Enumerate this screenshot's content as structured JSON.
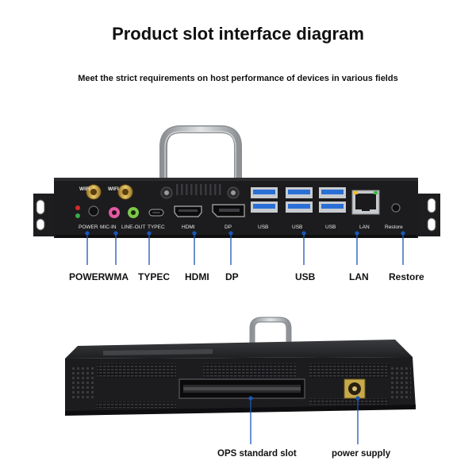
{
  "header": {
    "title": "Product slot interface diagram",
    "subtitle": "Meet the strict requirements on host performance of devices in various fields"
  },
  "front_panel": {
    "printed": {
      "wifi_left": "WIFI",
      "wifi_right": "WIFI",
      "power": "POWER",
      "mic_in": "MIC-IN",
      "line_out": "LINE-OUT",
      "typec": "TYPEC",
      "hdmi": "HDMI",
      "dp": "DP",
      "usb1": "USB",
      "usb2": "USB",
      "usb3": "USB",
      "lan": "LAN",
      "restore": "Restore"
    },
    "callouts": {
      "power": "POWER",
      "wma": "WMA",
      "typec": "TYPEC",
      "hdmi": "HDMI",
      "dp": "DP",
      "usb": "USB",
      "lan": "LAN",
      "restore": "Restore"
    }
  },
  "bottom_unit": {
    "callouts": {
      "ops_slot": "OPS standard slot",
      "power_supply": "power supply"
    }
  },
  "colors": {
    "leader_line": "#1a56b8",
    "chassis": "#1c1c1e",
    "usb_blue": "#2a6fd6",
    "handle": "#b9bcc0"
  }
}
